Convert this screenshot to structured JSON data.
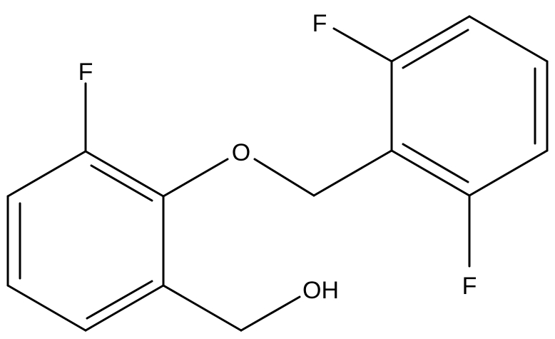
{
  "molecule": {
    "atoms": {
      "f_left": "F",
      "f_top_right": "F",
      "f_bottom_right": "F",
      "ether_oxygen": "O",
      "hydroxyl": "OH"
    }
  },
  "colors": {
    "bond": "#000000",
    "label": "#000000",
    "background": "#ffffff"
  }
}
